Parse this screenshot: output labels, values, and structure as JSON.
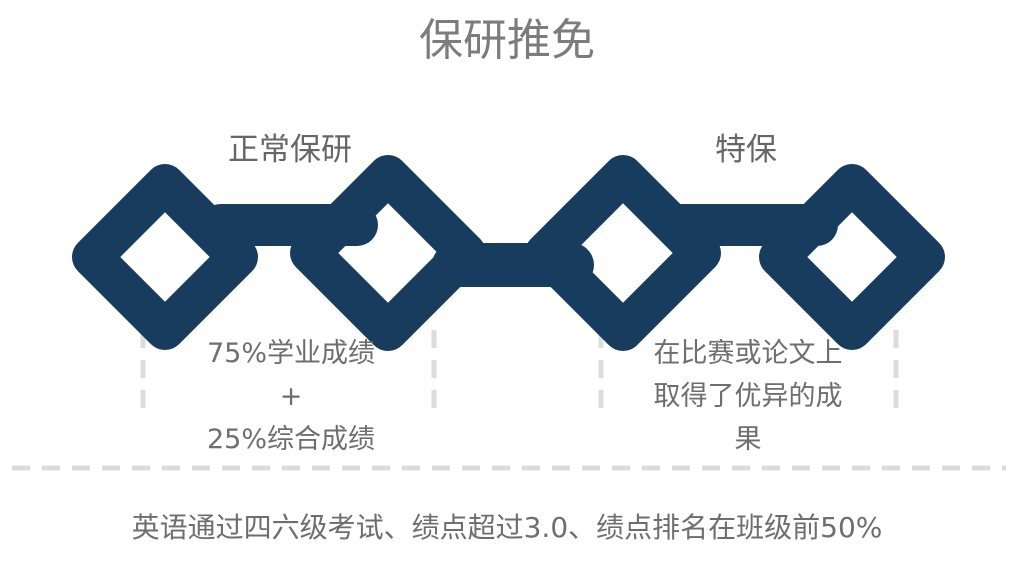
{
  "title": "保研推免",
  "categories": [
    {
      "label": "正常保研",
      "description": [
        "75%学业成绩",
        "+",
        "25%综合成绩"
      ]
    },
    {
      "label": "特保",
      "description": [
        "在比赛或论文上",
        "取得了优异的成",
        "果"
      ]
    }
  ],
  "footer": "英语通过四六级考试、绩点超过3.0、绩点排名在班级前50%",
  "colors": {
    "chain": "#173c5e",
    "dashed": "#dcdcdc",
    "text": "#6e6e6e"
  },
  "icons": [
    "chain-link-icon"
  ]
}
